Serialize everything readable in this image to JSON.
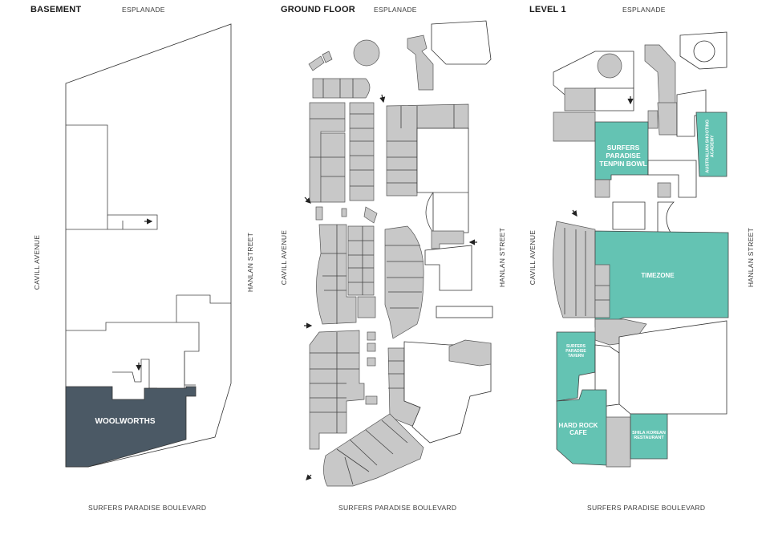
{
  "floors": [
    {
      "title": "BASEMENT",
      "streets": {
        "top": "ESPLANADE",
        "left": "CAVILL AVENUE",
        "right": "HANLAN STREET",
        "bottom": "SURFERS PARADISE BOULEVARD"
      },
      "tenants": [
        {
          "name": "WOOLWORTHS",
          "color": "#4b5965"
        }
      ]
    },
    {
      "title": "GROUND FLOOR",
      "streets": {
        "top": "ESPLANADE",
        "left": "CAVILL AVENUE",
        "right": "HANLAN STREET",
        "bottom": "SURFERS PARADISE BOULEVARD"
      },
      "tenants": []
    },
    {
      "title": "LEVEL 1",
      "streets": {
        "top": "ESPLANADE",
        "left": "CAVILL AVENUE",
        "right": "HANLAN STREET",
        "bottom": "SURFERS PARADISE BOULEVARD"
      },
      "tenants": [
        {
          "name": "SURFERS PARADISE TENPIN BOWL",
          "color": "#64c3b3"
        },
        {
          "name": "AUSTRALIAN SHOOTING ACADEMY",
          "color": "#64c3b3"
        },
        {
          "name": "TIMEZONE",
          "color": "#64c3b3"
        },
        {
          "name": "SURFERS PARADISE TAVERN",
          "color": "#64c3b3"
        },
        {
          "name": "HARD ROCK CAFE",
          "color": "#64c3b3"
        },
        {
          "name": "SHILA KOREAN RESTAURANT",
          "color": "#64c3b3"
        }
      ]
    }
  ],
  "colors": {
    "shop_grey": "#c8c8c8",
    "anchor_dark": "#4b5965",
    "entertainment_teal": "#64c3b3"
  }
}
